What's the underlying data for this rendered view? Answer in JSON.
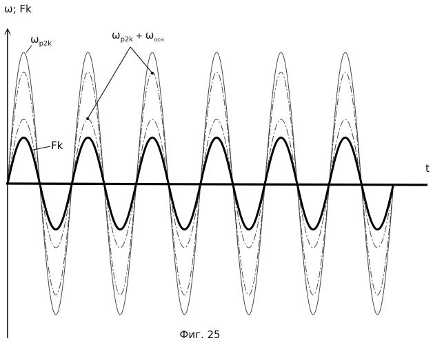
{
  "diagram": {
    "y_axis_label": "ω; Fk",
    "x_axis_label": "t",
    "caption": "Фиг. 25",
    "labels": {
      "omega_p2k": {
        "base": "ω",
        "sub": "p2k"
      },
      "omega_sum": {
        "base1": "ω",
        "sub1": "p2k",
        "plus": " + ",
        "base2": "ω",
        "sub2": "осн"
      },
      "fk": "Fk"
    },
    "curves": [
      {
        "id": "omega_p2k",
        "amplitude": 1.0,
        "style": "thin-solid",
        "color": "#444444"
      },
      {
        "id": "omega_sum_upper",
        "amplitude": 0.85,
        "style": "dash-dot",
        "color": "#444444"
      },
      {
        "id": "omega_sum_lower",
        "amplitude": 0.49,
        "style": "dash-dot",
        "color": "#444444"
      },
      {
        "id": "fk",
        "amplitude": 0.35,
        "style": "thick-solid",
        "color": "#000000"
      }
    ],
    "cycles": 6
  }
}
